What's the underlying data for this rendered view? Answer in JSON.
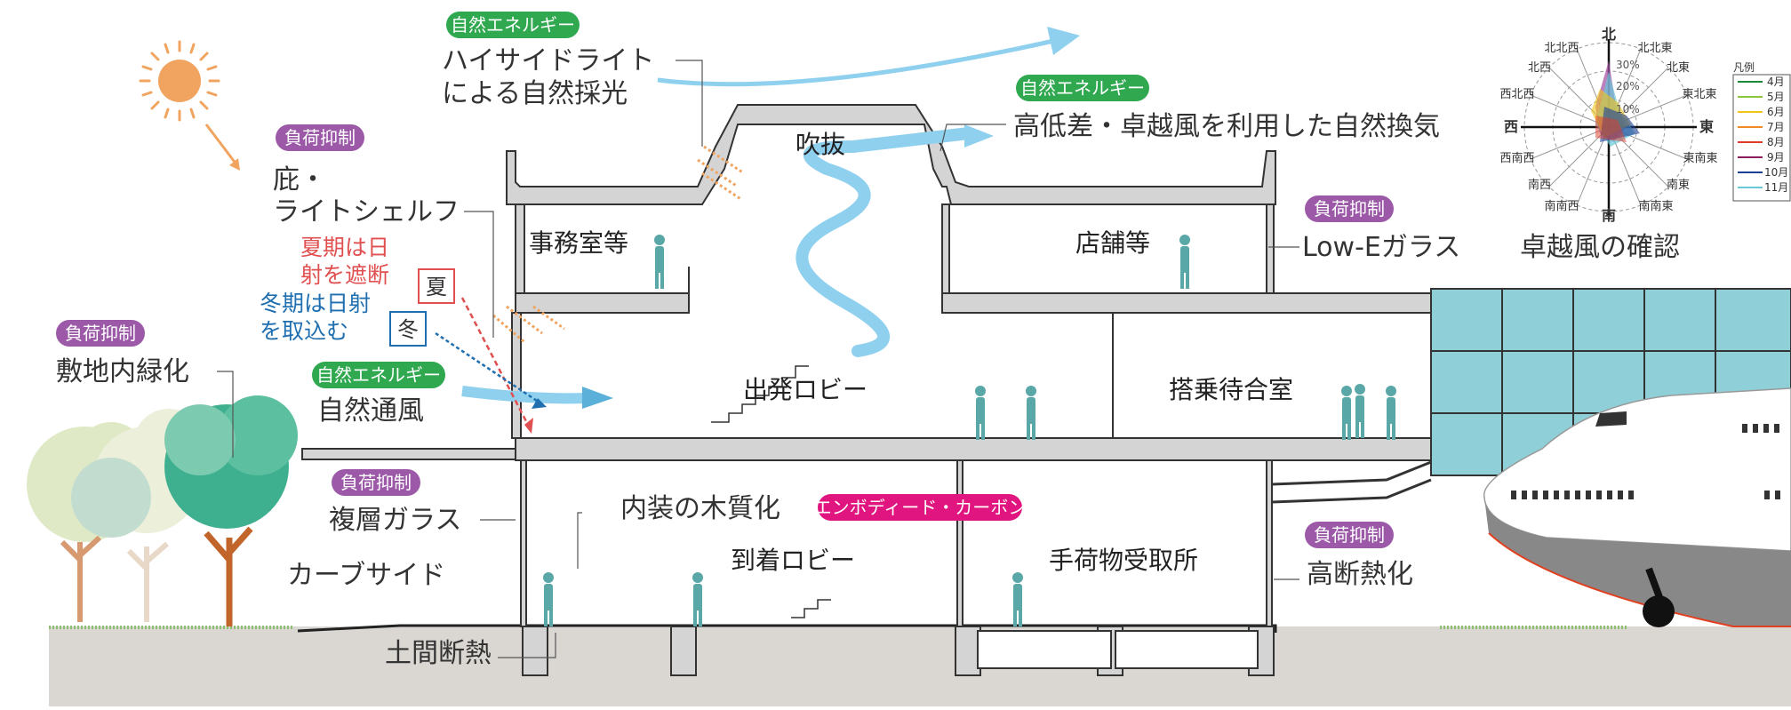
{
  "tags": {
    "natural_energy": "自然エネルギー",
    "load_reduction": "負荷抑制",
    "embodied_carbon": "エンボディード・カーボン"
  },
  "labels": {
    "high_side_light_1": "ハイサイドライト",
    "high_side_light_2": "による自然採光",
    "fukinuke": "吹抜",
    "natural_ventilation_title": "高低差・卓越風を利用した自然換気",
    "eaves_1": "庇・",
    "eaves_2": "ライトシェルフ",
    "summer_1": "夏期は日",
    "summer_2": "射を遮断",
    "summer_mark": "夏",
    "winter_1": "冬期は日射",
    "winter_2": "を取込む",
    "winter_mark": "冬",
    "greening": "敷地内緑化",
    "natural_draft": "自然通風",
    "double_glass": "複層ガラス",
    "curbside": "カーブサイド",
    "earth_floor_insulation": "土間断熱",
    "wood_interior": "内装の木質化",
    "lowe_glass": "Low-Eガラス",
    "high_insulation": "高断熱化",
    "prevailing_wind": "卓越風の確認"
  },
  "rooms": {
    "office": "事務室等",
    "shops": "店舗等",
    "departure_lobby": "出発ロビー",
    "boarding_lounge": "搭乗待合室",
    "arrival_lobby": "到着ロビー",
    "baggage_claim": "手荷物受取所"
  },
  "wind_rose": {
    "directions": [
      "北",
      "北北東",
      "北東",
      "東北東",
      "東",
      "東南東",
      "南東",
      "南南東",
      "南",
      "南南西",
      "南西",
      "西南西",
      "西",
      "西北西",
      "北西",
      "北北西"
    ],
    "rings": [
      "10%",
      "20%",
      "30%"
    ],
    "legend_title": "凡例",
    "legend": [
      {
        "name": "4月",
        "color": "#1a8a3a"
      },
      {
        "name": "5月",
        "color": "#8cc63f"
      },
      {
        "name": "6月",
        "color": "#f0c419"
      },
      {
        "name": "7月",
        "color": "#f08a24"
      },
      {
        "name": "8月",
        "color": "#e03a2a"
      },
      {
        "name": "9月",
        "color": "#8b1e5c"
      },
      {
        "name": "10月",
        "color": "#1c3f95"
      },
      {
        "name": "11月",
        "color": "#6ac8d8"
      }
    ]
  },
  "colors": {
    "sun": "#f0a460",
    "wind": "#8fd0ef",
    "glass": "#8fd0d8",
    "ground": "#dad7d3",
    "summer": "#e05050",
    "winter": "#1f6fb0"
  }
}
